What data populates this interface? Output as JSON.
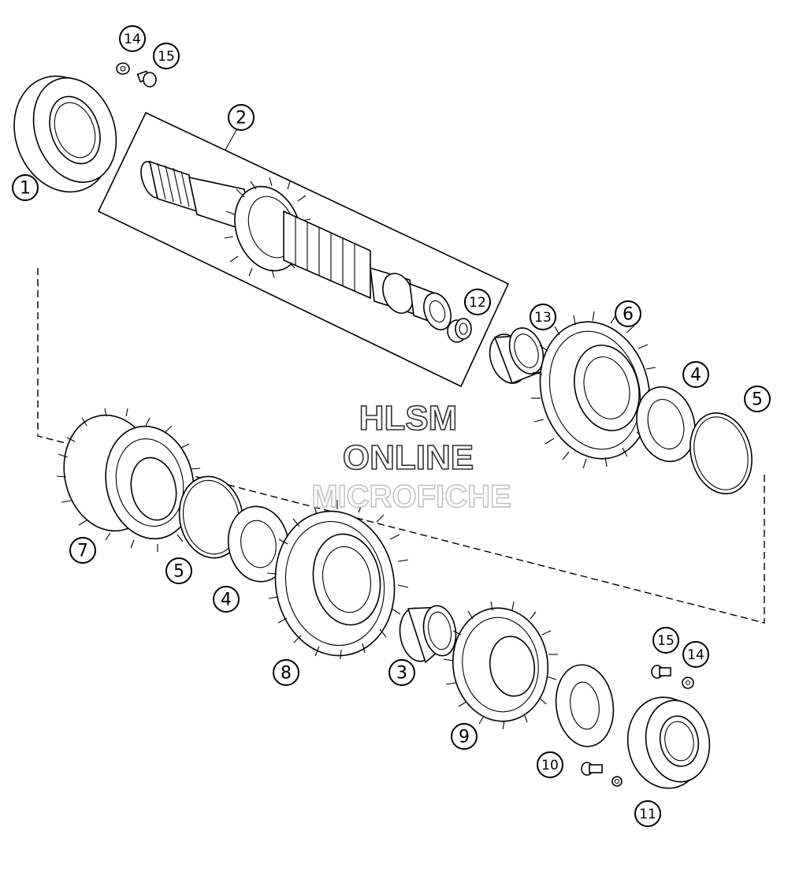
{
  "watermark": {
    "line1": "HLSM",
    "line2": "ONLINE",
    "line3": "MICROFICHE"
  },
  "callouts": [
    "1",
    "2",
    "3",
    "4",
    "4",
    "5",
    "5",
    "6",
    "7",
    "8",
    "9",
    "10",
    "11",
    "12",
    "13",
    "14",
    "14",
    "15",
    "15"
  ],
  "labels": {
    "c1": "1",
    "c2": "2",
    "c3": "3",
    "c4a": "4",
    "c4b": "4",
    "c5a": "5",
    "c5b": "5",
    "c6": "6",
    "c7": "7",
    "c8": "8",
    "c9": "9",
    "c10": "10",
    "c11": "11",
    "c12": "12",
    "c13": "13",
    "c14a": "14",
    "c14b": "14",
    "c15a": "15",
    "c15b": "15"
  }
}
